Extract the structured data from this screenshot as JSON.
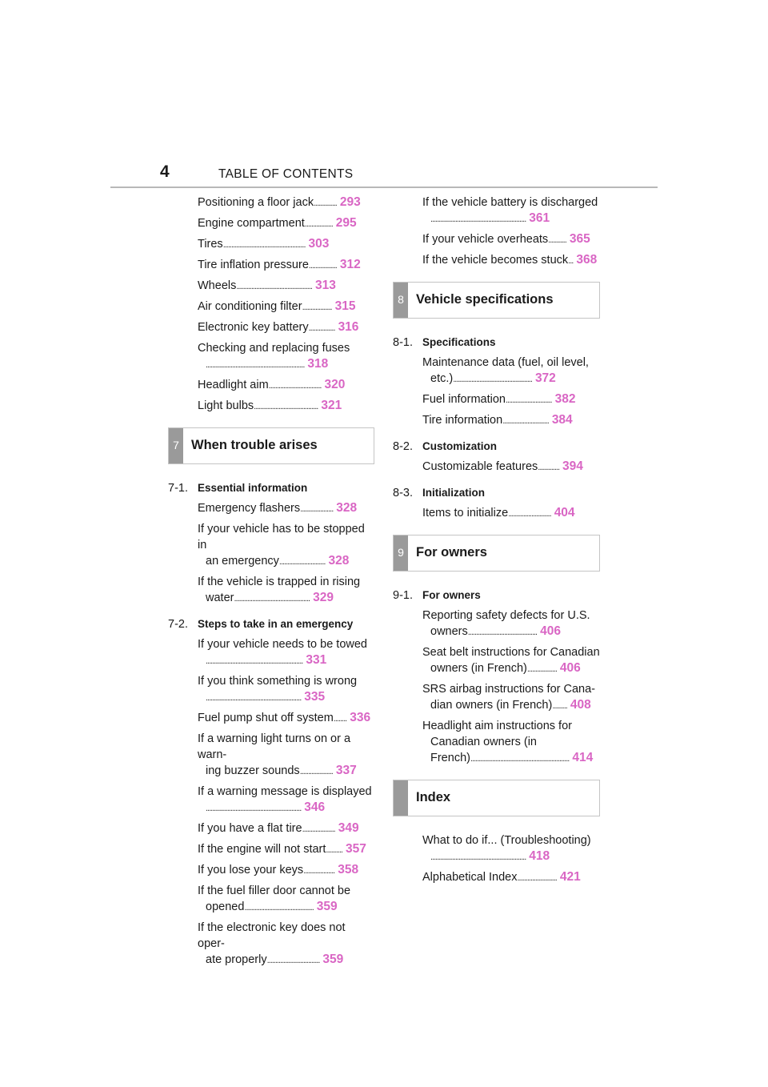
{
  "header": {
    "page_number": "4",
    "title": "TABLE OF CONTENTS"
  },
  "left": {
    "entries_top": [
      {
        "text": "Positioning a floor jack",
        "dots": "..............",
        "page": "293"
      },
      {
        "text": "Engine compartment",
        "dots": ".................",
        "page": "295"
      },
      {
        "text": "Tires",
        "dots": "..................................................",
        "page": "303"
      },
      {
        "text": "Tire inflation pressure",
        "dots": ".................",
        "page": "312"
      },
      {
        "text": "Wheels",
        "dots": "..............................................",
        "page": "313"
      },
      {
        "text": "Air conditioning filter",
        "dots": "..................",
        "page": "315"
      },
      {
        "text": "Electronic key battery",
        "dots": "................",
        "page": "316"
      },
      {
        "text": "Checking and replacing fuses",
        "cont": "",
        "dots": "............................................................",
        "page": "318"
      },
      {
        "text": "Headlight aim",
        "dots": "................................",
        "page": "320"
      },
      {
        "text": "Light bulbs",
        "dots": ".......................................",
        "page": "321"
      }
    ],
    "chapter7": {
      "number": "7",
      "title": "When trouble arises"
    },
    "sec71": {
      "number": "7-1.",
      "label": "Essential information"
    },
    "entries_71": [
      {
        "text": "Emergency flashers",
        "dots": "....................",
        "page": "328"
      },
      {
        "text": "If your vehicle has to be stopped in",
        "cont": "an emergency",
        "dots": "............................",
        "page": "328"
      },
      {
        "text": "If the vehicle is trapped in rising",
        "cont": "water",
        "dots": "..............................................",
        "page": "329"
      }
    ],
    "sec72": {
      "number": "7-2.",
      "label": "Steps to take in an emergency"
    },
    "entries_72": [
      {
        "text": "If your vehicle needs to be towed",
        "cont": "",
        "dots": "...........................................................",
        "page": "331"
      },
      {
        "text": "If you think something is wrong",
        "cont": "",
        "dots": "..........................................................",
        "page": "335"
      },
      {
        "text": "Fuel pump shut off system",
        "dots": "........",
        "page": "336"
      },
      {
        "text": "If a warning light turns on or a warn-",
        "cont": "ing buzzer sounds",
        "dots": "....................",
        "page": "337"
      },
      {
        "text": "If a warning message is displayed",
        "cont": "",
        "dots": "..........................................................",
        "page": "346"
      },
      {
        "text": "If you have a flat tire",
        "dots": "....................",
        "page": "349"
      },
      {
        "text": "If the engine will not start",
        "dots": "..........",
        "page": "357"
      },
      {
        "text": "If you lose your keys",
        "dots": "...................",
        "page": "358"
      },
      {
        "text": "If the fuel filler door cannot be",
        "cont": "opened",
        "dots": "..........................................",
        "page": "359"
      },
      {
        "text": "If the electronic key does not oper-",
        "cont": "ate properly",
        "dots": "................................",
        "page": "359"
      }
    ]
  },
  "right": {
    "entries_top": [
      {
        "text": "If the vehicle battery is discharged",
        "cont": "",
        "dots": "..........................................................",
        "page": "361"
      },
      {
        "text": "If your vehicle overheats",
        "dots": "...........",
        "page": "365"
      },
      {
        "text": "If the vehicle becomes stuck",
        "dots": "...",
        "page": "368"
      }
    ],
    "chapter8": {
      "number": "8",
      "title": "Vehicle specifications"
    },
    "sec81": {
      "number": "8-1.",
      "label": "Specifications"
    },
    "entries_81": [
      {
        "text": "Maintenance data (fuel, oil level,",
        "cont": "etc.)",
        "dots": "................................................",
        "page": "372"
      },
      {
        "text": "Fuel information",
        "dots": "............................",
        "page": "382"
      },
      {
        "text": "Tire information",
        "dots": "............................",
        "page": "384"
      }
    ],
    "sec82": {
      "number": "8-2.",
      "label": "Customization"
    },
    "entries_82": [
      {
        "text": "Customizable features",
        "dots": ".............",
        "page": "394"
      }
    ],
    "sec83": {
      "number": "8-3.",
      "label": "Initialization"
    },
    "entries_83": [
      {
        "text": "Items to initialize",
        "dots": "..........................",
        "page": "404"
      }
    ],
    "chapter9": {
      "number": "9",
      "title": "For owners"
    },
    "sec91": {
      "number": "9-1.",
      "label": "For owners"
    },
    "entries_91": [
      {
        "text": "Reporting safety defects for U.S.",
        "cont": "owners",
        "dots": "..........................................",
        "page": "406"
      },
      {
        "text": "Seat belt instructions for Canadian",
        "cont": "owners (in French)",
        "dots": "..................",
        "page": "406"
      },
      {
        "text": "SRS airbag instructions for Cana-",
        "cont": "dian owners (in French)",
        "dots": ".........",
        "page": "408"
      },
      {
        "text": "Headlight aim instructions for",
        "cont": "Canadian owners (in French)",
        "cont2": "",
        "dots": "............................................................",
        "page": "414"
      }
    ],
    "chapter_index": {
      "number": "",
      "title": "Index"
    },
    "entries_index": [
      {
        "text": "What to do if... (Troubleshooting)",
        "cont": "",
        "dots": "..........................................................",
        "page": "418"
      },
      {
        "text": "Alphabetical Index",
        "dots": "........................",
        "page": "421"
      }
    ]
  }
}
